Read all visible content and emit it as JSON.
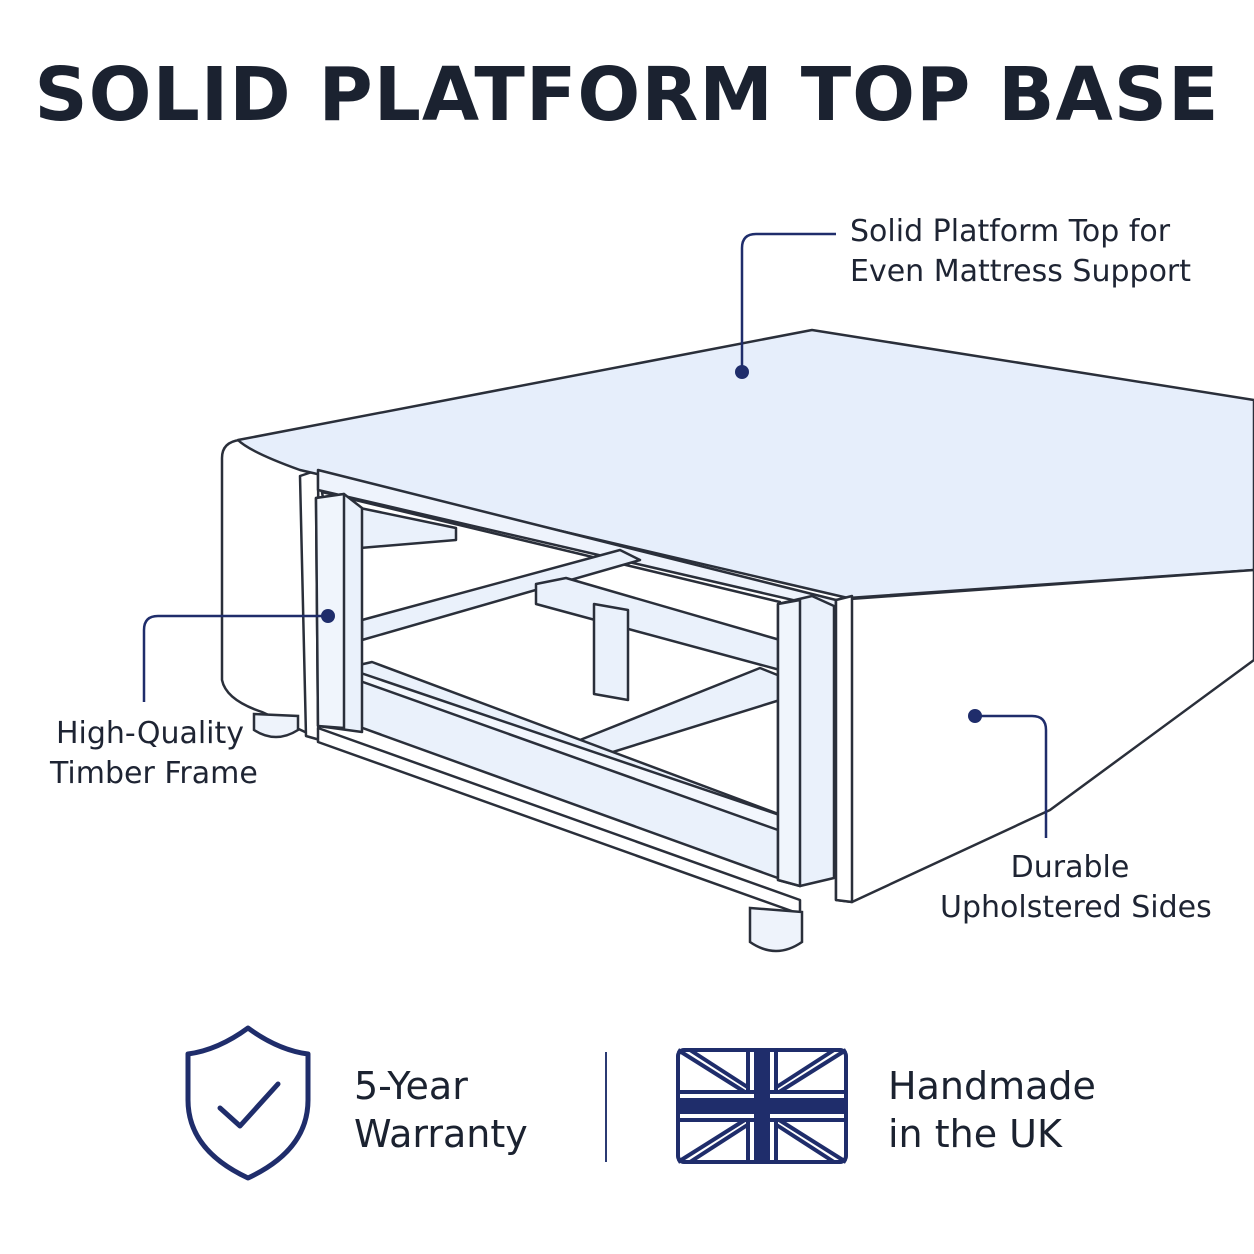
{
  "title": "SOLID PLATFORM TOP BASE",
  "callouts": {
    "platform_top": {
      "line1": "Solid Platform Top for",
      "line2": "Even Mattress Support"
    },
    "timber_frame": {
      "line1": "High-Quality",
      "line2": "Timber Frame"
    },
    "sides": {
      "line1": "Durable",
      "line2": "Upholstered Sides"
    }
  },
  "badges": {
    "warranty": {
      "line1": "5-Year",
      "line2": "Warranty",
      "icon": "shield-check-icon"
    },
    "handmade": {
      "line1": "Handmade",
      "line2": "in the UK",
      "icon": "union-jack-flag-icon"
    }
  },
  "colors": {
    "accent": "#1f2d6b",
    "platform_fill": "#e6eefb",
    "timber_fill": "#eaf1fb",
    "outline": "#2a2f3a"
  }
}
